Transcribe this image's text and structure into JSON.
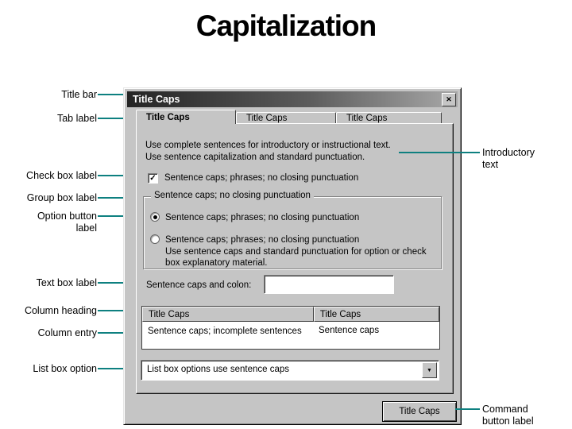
{
  "slide_title": "Capitalization",
  "colors": {
    "leader_line": "#0e8080",
    "dialog_bg": "#c5c5c5",
    "titlebar_gradient_dark": "#242424",
    "titlebar_gradient_light": "#a8a8a8"
  },
  "callouts": {
    "left": [
      "Title bar",
      "Tab label",
      "Check box label",
      "Group box label",
      "Option button label",
      "Text box label",
      "Column heading",
      "Column entry",
      "List box option"
    ],
    "right": [
      "Introductory text",
      "Command button label"
    ]
  },
  "dialog": {
    "title": "Title Caps",
    "close_icon": "✕",
    "tabs": [
      "Title Caps",
      "Title Caps",
      "Title Caps"
    ],
    "intro": {
      "line1": "Use complete sentences for introductory or instructional text.",
      "line2": "Use sentence capitalization and standard punctuation."
    },
    "checkbox": {
      "checked": true,
      "check_icon": "✓",
      "label": "Sentence caps; phrases; no closing punctuation"
    },
    "group": {
      "label": "Sentence caps; no closing punctuation",
      "option1": {
        "selected": true,
        "label": "Sentence caps; phrases; no closing punctuation"
      },
      "option2": {
        "selected": false,
        "label": "Sentence caps; phrases; no closing punctuation",
        "description": "Use sentence caps and standard punctuation for option or check box explanatory material."
      }
    },
    "textbox": {
      "label": "Sentence caps and colon:",
      "value": ""
    },
    "table": {
      "header1": "Title Caps",
      "header2": "Title Caps",
      "cell1": "Sentence caps; incomplete sentences",
      "cell2": "Sentence caps"
    },
    "combo": {
      "value": "List box options use sentence caps",
      "arrow_icon": "▼"
    },
    "button": {
      "label": "Title Caps"
    }
  }
}
